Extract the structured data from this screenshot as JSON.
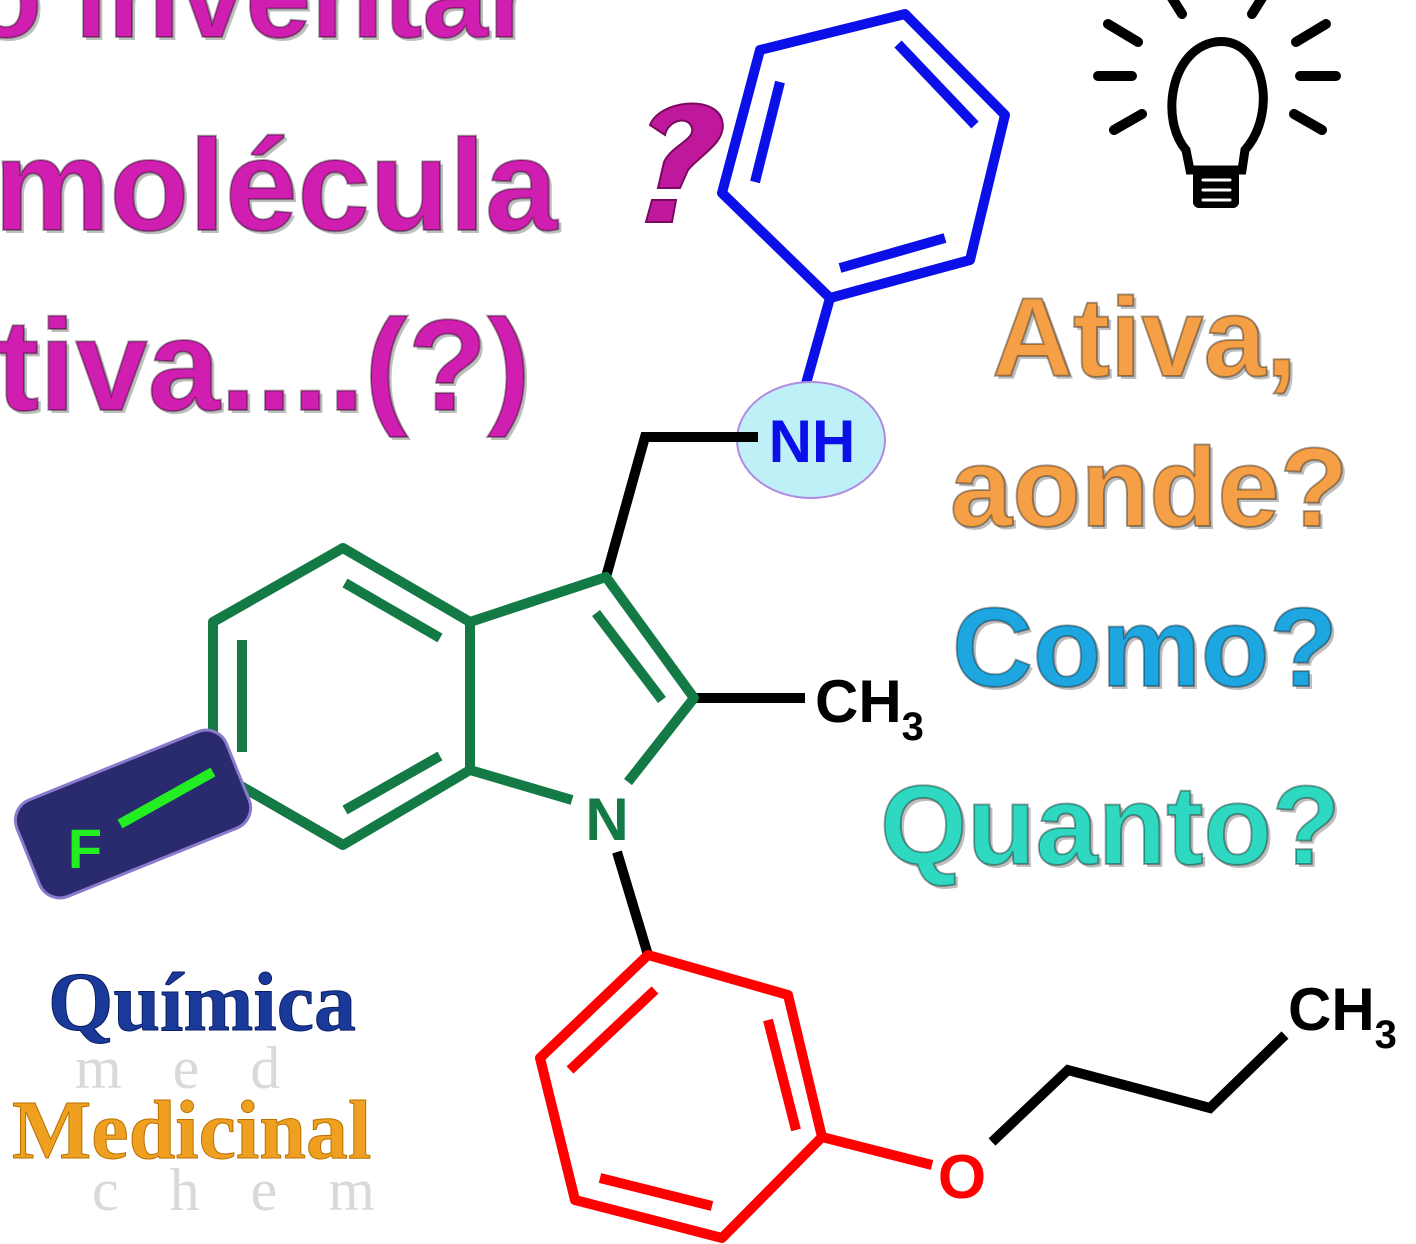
{
  "title": {
    "line1": "o inventar",
    "line2": "molécula",
    "line3": "tiva....(?)"
  },
  "questions": {
    "ativa": "Ativa,",
    "aonde": "aonde?",
    "como": "Como?",
    "quanto": "Quanto?"
  },
  "molecule": {
    "nh_label": "NH",
    "n_label": "N",
    "ch3_label": "CH",
    "ch3_sub": "3",
    "ch3b_label": "CH",
    "ch3b_sub": "3",
    "o_label": "O",
    "f_label": "F"
  },
  "logo": {
    "word1": "Química",
    "word1_sub": "m e d",
    "word2": "Medicinal",
    "word2_sub": "c h e m"
  },
  "icons": {
    "bulb": "lightbulb-icon",
    "question": "question-mark-icon"
  },
  "colors": {
    "title_magenta": "#d01fb0",
    "ativa_orange": "#f5a046",
    "como_blue": "#1ea6e0",
    "quanto_cyan": "#2fd8c0",
    "bond_green": "#137a45",
    "phenyl_blue": "#0b10e8",
    "phenyl_red": "#ff0000",
    "fluorine_green": "#22ee22",
    "fluorine_box": "#2a2a6e",
    "nh_bubble": "#bff0f8",
    "logo_blue": "#1a3a9a",
    "logo_orange": "#f0a020"
  }
}
